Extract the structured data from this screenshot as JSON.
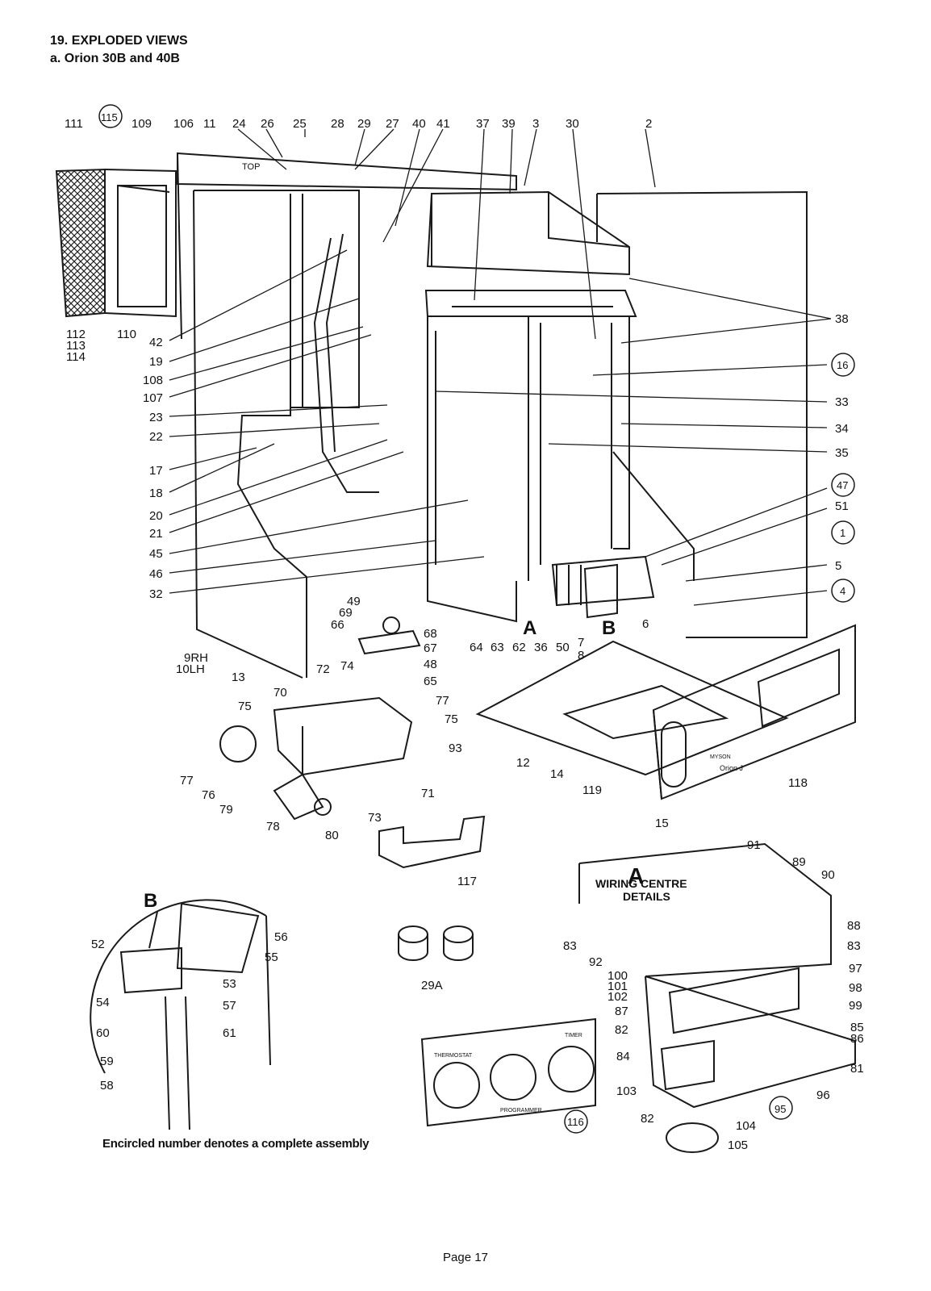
{
  "header": {
    "section": "19.  EXPLODED VIEWS",
    "subsection": "a.  Orion 30B and 40B"
  },
  "labels": {
    "top_row": [
      "111",
      "115",
      "109",
      "106",
      "11",
      "24",
      "26",
      "25",
      "28",
      "29",
      "27",
      "40",
      "41",
      "37",
      "39",
      "3",
      "30",
      "2"
    ],
    "left_column": [
      "112",
      "113",
      "114",
      "110",
      "42",
      "19",
      "108",
      "107",
      "23",
      "22",
      "17",
      "18",
      "20",
      "21",
      "45",
      "46",
      "32",
      "9RH",
      "10LH",
      "13"
    ],
    "right_column": [
      "38",
      "16",
      "33",
      "34",
      "35",
      "47",
      "51",
      "1",
      "5",
      "4"
    ],
    "middle": [
      "49",
      "69",
      "66",
      "68",
      "67",
      "48",
      "65",
      "77",
      "72",
      "74",
      "70",
      "75",
      "75",
      "93",
      "71",
      "73",
      "76",
      "77",
      "79",
      "78",
      "80",
      "64",
      "63",
      "62",
      "36",
      "50",
      "7",
      "8",
      "6",
      "12",
      "14",
      "119",
      "118",
      "15",
      "117",
      "A",
      "B"
    ],
    "detail_b": [
      "B",
      "52",
      "56",
      "55",
      "53",
      "54",
      "57",
      "60",
      "61",
      "59",
      "58"
    ],
    "detail_a_title": "A",
    "detail_a_caption_1": "WIRING CENTRE",
    "detail_a_caption_2": "DETAILS",
    "detail_a": [
      "91",
      "89",
      "90",
      "88",
      "83",
      "83",
      "92",
      "97",
      "100",
      "101",
      "102",
      "98",
      "87",
      "99",
      "82",
      "85",
      "86",
      "84",
      "81",
      "103",
      "95",
      "96",
      "82",
      "104",
      "105"
    ],
    "spares": [
      "29A",
      "116"
    ]
  },
  "panel_text": {
    "top": "TOP",
    "thermostat": "THERMOSTAT",
    "timer": "TIMER",
    "programmer": "PROGRAMMER",
    "cover_brand": "MYSON",
    "cover_model": "Orion J"
  },
  "circled_labels": [
    "115",
    "16",
    "47",
    "1",
    "4",
    "116",
    "95"
  ],
  "footnote": "Encircled number denotes a complete assembly",
  "page": "Page 17"
}
